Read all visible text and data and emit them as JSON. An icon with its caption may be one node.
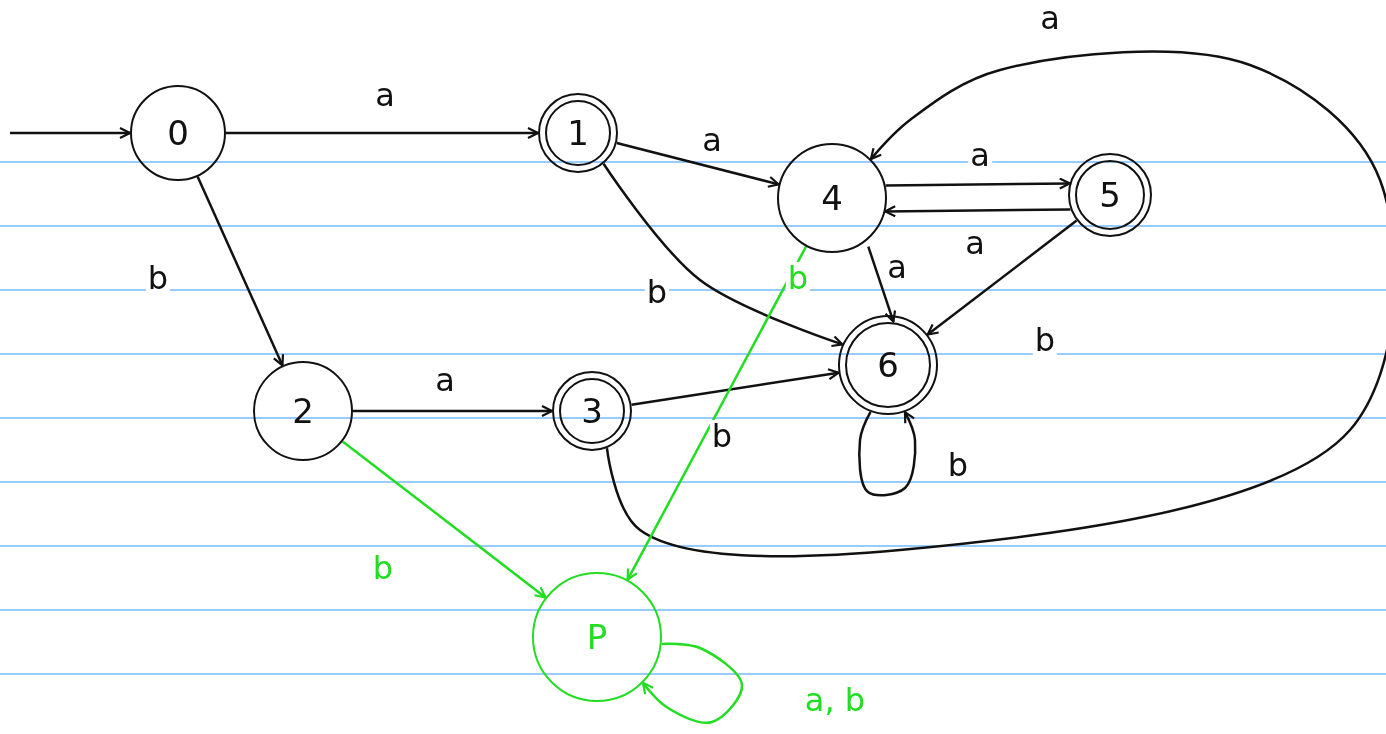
{
  "diagram": {
    "nodes": [
      {
        "text": [
          "0"
        ]
      },
      {
        "text": [
          "1"
        ]
      },
      {
        "text": [
          "2"
        ]
      },
      {
        "text": [
          "3"
        ]
      },
      {
        "text": [
          "4"
        ]
      },
      {
        "text": [
          "5"
        ]
      },
      {
        "text": [
          "6"
        ]
      },
      {
        "text": [
          "P"
        ]
      }
    ],
    "edges": [
      {
        "from": null,
        "to": 0,
        "arrow": "to"
      },
      {
        "from": 0,
        "to": 1,
        "arrow": "to",
        "label": "a"
      },
      {
        "from": 0,
        "to": 2,
        "arrow": "to",
        "label": "b"
      },
      {
        "from": 1,
        "to": 4,
        "arrow": "to",
        "label": "a"
      },
      {
        "from": 1,
        "to": 6,
        "arrow": "to",
        "label": "b"
      },
      {
        "from": 2,
        "to": 3,
        "arrow": "to",
        "label": "a"
      },
      {
        "from": 2,
        "to": 7,
        "arrow": "to",
        "label": "b",
        "color": "#22dd22"
      },
      {
        "from": 3,
        "to": 6,
        "arrow": "to",
        "label": "b"
      },
      {
        "from": 3,
        "to": 4,
        "arrow": "to",
        "label": "a"
      },
      {
        "from": 4,
        "to": 5,
        "arrow": "to",
        "label": "a"
      },
      {
        "from": 5,
        "to": 4,
        "arrow": "to",
        "label": "a"
      },
      {
        "from": 4,
        "to": 6,
        "arrow": "to",
        "label": "a"
      },
      {
        "from": 4,
        "to": 7,
        "arrow": "to",
        "label": "b",
        "color": "#22dd22"
      },
      {
        "from": 5,
        "to": 6,
        "arrow": "to",
        "label": "b"
      },
      {
        "from": 6,
        "to": 6,
        "arrow": "to",
        "label": "b"
      },
      {
        "from": 7,
        "to": 7,
        "arrow": "to",
        "label": "a, b",
        "color": "#22dd22"
      }
    ]
  }
}
